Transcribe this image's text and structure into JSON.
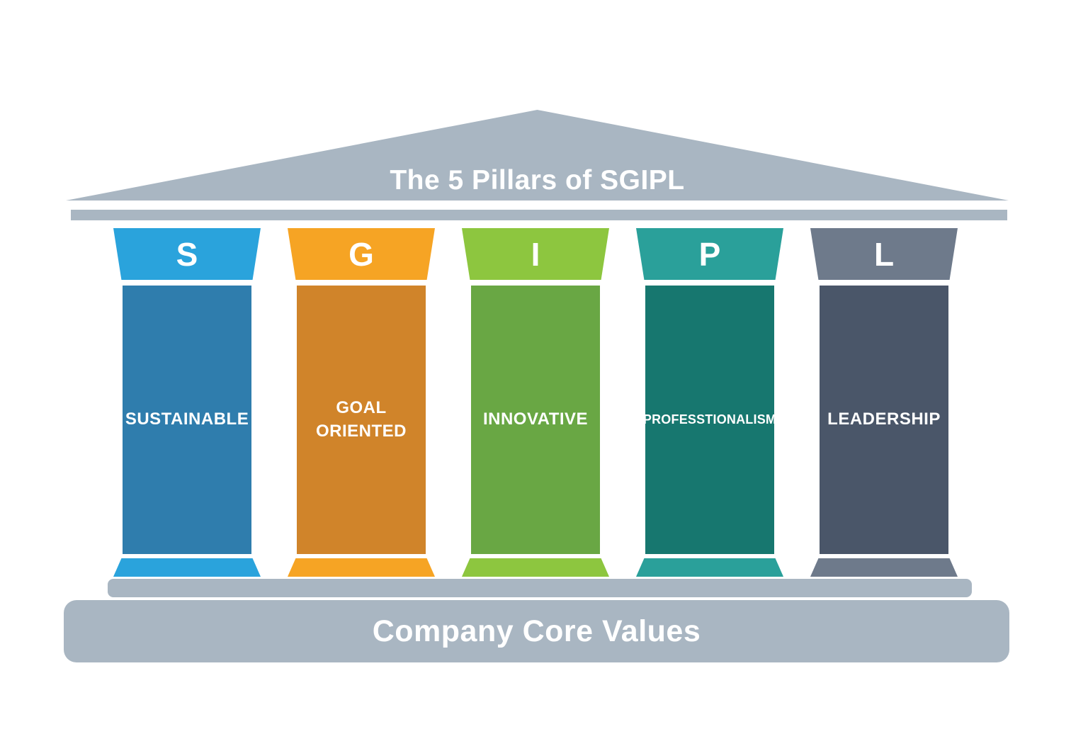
{
  "pediment": {
    "title": "The 5 Pillars of SGIPL"
  },
  "base": {
    "label": "Company Core Values"
  },
  "structure_color": "#a9b6c2",
  "pillars": [
    {
      "letter": "S",
      "label": "SUSTAINABLE",
      "capital_color": "#2aa3dc",
      "shaft_color": "#2f7dad"
    },
    {
      "letter": "G",
      "label": "GOAL ORIENTED",
      "capital_color": "#f6a424",
      "shaft_color": "#d0842a"
    },
    {
      "letter": "I",
      "label": "INNOVATIVE",
      "capital_color": "#8dc63f",
      "shaft_color": "#69a744"
    },
    {
      "letter": "P",
      "label": "PROFESSTIONALISM",
      "capital_color": "#2aa09a",
      "shaft_color": "#17776f"
    },
    {
      "letter": "L",
      "label": "LEADERSHIP",
      "capital_color": "#6e7a8b",
      "shaft_color": "#4a5669"
    }
  ]
}
